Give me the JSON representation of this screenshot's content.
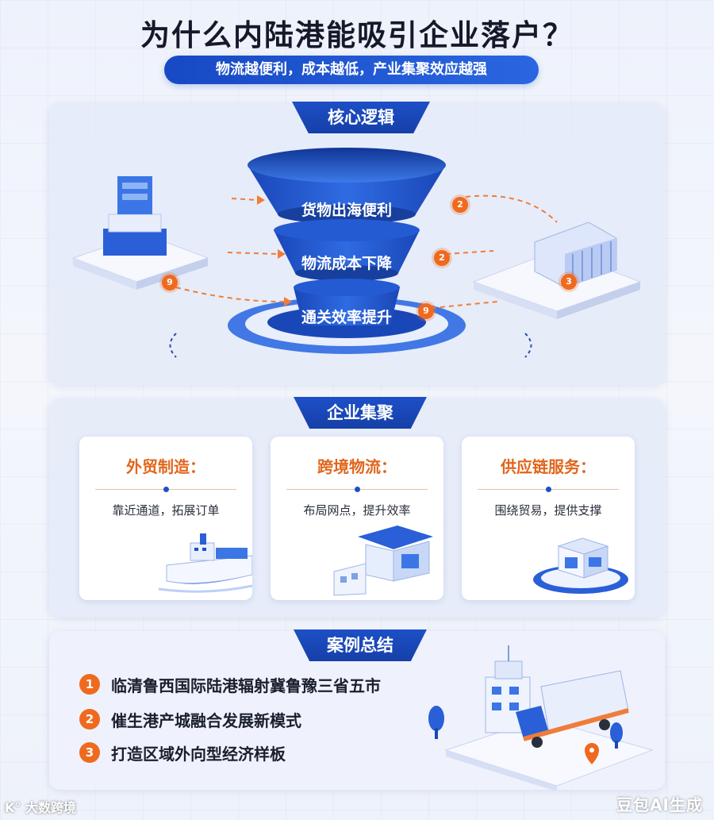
{
  "header": {
    "title": "为什么内陆港能吸引企业落户？",
    "subtitle": "物流越便利，成本越低，产业集聚效应越强"
  },
  "logic": {
    "tab": "核心逻辑",
    "funnel": [
      "货物出海便利",
      "物流成本下降",
      "通关效率提升"
    ],
    "badges": [
      "9",
      "2",
      "2",
      "9",
      "3"
    ]
  },
  "cluster": {
    "tab": "企业集聚",
    "cards": [
      {
        "title": "外贸制造：",
        "desc": "靠近通道，拓展订单",
        "icon": "cargo-ship-icon"
      },
      {
        "title": "跨境物流：",
        "desc": "布局网点，提升效率",
        "icon": "warehouse-building-icon"
      },
      {
        "title": "供应链服务：",
        "desc": "围绕贸易，提供支撑",
        "icon": "service-center-icon"
      }
    ]
  },
  "cases": {
    "tab": "案例总结",
    "items": [
      {
        "num": "1",
        "text": "临清鲁西国际陆港辐射冀鲁豫三省五市"
      },
      {
        "num": "2",
        "text": "催生港产城融合发展新模式"
      },
      {
        "num": "3",
        "text": "打造区域外向型经济样板"
      }
    ]
  },
  "watermarks": {
    "left": "K° 大数跨境",
    "right": "豆包AI生成"
  },
  "colors": {
    "primary_blue": "#1d4fc7",
    "accent_orange": "#ef6a1f",
    "panel_bg": "#e4eaf8"
  }
}
